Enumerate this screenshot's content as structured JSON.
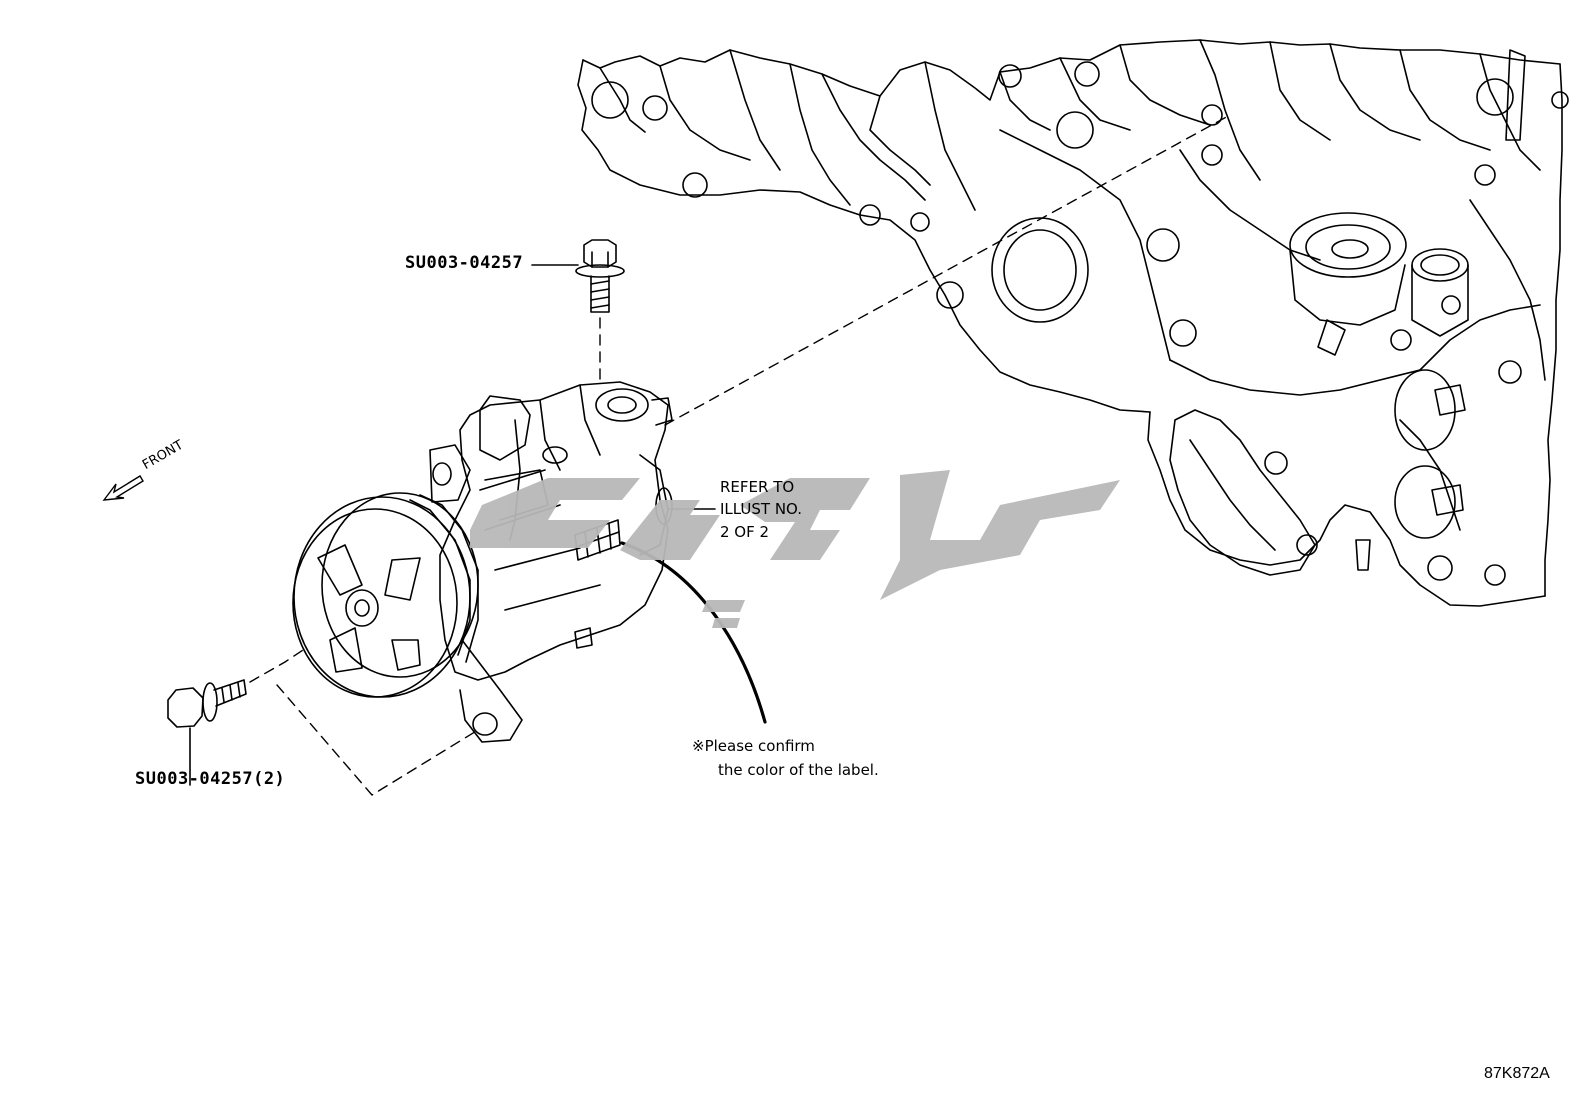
{
  "callouts": {
    "top_bolt": "SU003-04257",
    "bottom_bolt": "SU003-04257(2)",
    "refer_line1": "REFER TO",
    "refer_line2": "ILLUST NO.",
    "refer_line3": "2 OF 2",
    "note_line1": "※Please confirm",
    "note_line2": "the color of the label."
  },
  "front_label": "FRONT",
  "diagram_id": "87K872A",
  "colors": {
    "line": "#000000",
    "watermark": "#b8b8b8",
    "background": "#ffffff"
  },
  "icons": {
    "front_arrow": "front-arrow-icon"
  }
}
